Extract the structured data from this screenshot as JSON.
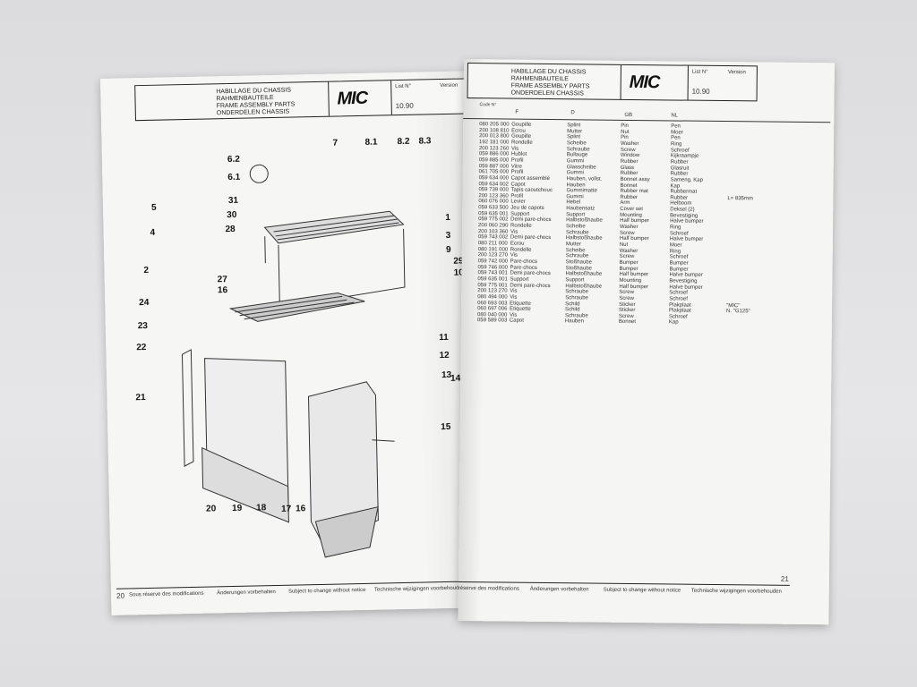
{
  "left_page": {
    "header": {
      "lines": [
        "HABILLAGE DU CHASSIS",
        "RAHMENBAUTEILE",
        "FRAME ASSEMBLY PARTS",
        "ONDERDELEN CHASSIS"
      ],
      "logo": "MIC",
      "list_label": "List N°",
      "version_label": "Version",
      "date": "10.90"
    },
    "callouts": [
      "7",
      "8.1",
      "8.2",
      "8.3",
      "6.2",
      "6.1",
      "31",
      "30",
      "5",
      "4",
      "28",
      "1",
      "3",
      "9",
      "29",
      "10",
      "2",
      "27",
      "16",
      "24",
      "23",
      "22",
      "21",
      "11",
      "12",
      "13",
      "14",
      "15",
      "20",
      "19",
      "18",
      "17",
      "16"
    ],
    "footer": {
      "page": "20",
      "notes": [
        "Sous réserve des modifications",
        "Änderungen vorbehalten",
        "Subject to change without notice",
        "Technische wijzigingen voorbehouden"
      ]
    }
  },
  "right_page": {
    "header": {
      "lines": [
        "HABILLAGE DU CHASSIS",
        "RAHMENBAUTEILE",
        "FRAME ASSEMBLY PARTS",
        "ONDERDELEN CHASSIS"
      ],
      "logo": "MIC",
      "list_label": "List N°",
      "version_label": "Version",
      "date": "10.90"
    },
    "columns": {
      "code": "Code N°",
      "f": "F",
      "d": "D",
      "gb": "GB",
      "nl": "NL"
    },
    "rows": [
      [
        "080 205 000",
        "Goupille",
        "Splint",
        "Pin",
        "Pen",
        ""
      ],
      [
        "200 108 810",
        "Ecrou",
        "Mutter",
        "Nut",
        "Moer",
        ""
      ],
      [
        "200 013 800",
        "Goupille",
        "Splint",
        "Pin",
        "Pen",
        ""
      ],
      [
        "192 181 000",
        "Rondelle",
        "Scheibe",
        "Washer",
        "Ring",
        ""
      ],
      [
        "200 123 260",
        "Vis",
        "Schraube",
        "Screw",
        "Schroef",
        ""
      ],
      [
        "059 886 000",
        "Hublot",
        "Bullauge",
        "Window",
        "Kijkraampje",
        ""
      ],
      [
        "059 885 000",
        "Profil",
        "Gummi",
        "Rubber",
        "Rubber",
        ""
      ],
      [
        "059 887 000",
        "Vitre",
        "Glasscheibe",
        "Glass",
        "Glasruit",
        ""
      ],
      [
        "061 705 000",
        "Profil",
        "Gummi",
        "Rubber",
        "Rubber",
        ""
      ],
      [
        "059 634 000",
        "Capot assemblé",
        "Hauben, vollst.",
        "Bonnet assy",
        "Sameng. Kap",
        ""
      ],
      [
        "059 634 002",
        "Capot",
        "Hauben",
        "Bonnet",
        "Kap",
        ""
      ],
      [
        "059 739 000",
        "Tapis caoutchouc",
        "Gummimatte",
        "Rubber mat",
        "Rubbermat",
        ""
      ],
      [
        "200 123 360",
        "Profil",
        "Gummi",
        "Rubber",
        "Rubber",
        "L= 835mm"
      ],
      [
        "060 076 000",
        "Levier",
        "Hebel",
        "Arm",
        "Helboom",
        ""
      ],
      [
        "059 633 500",
        "Jeu de capots",
        "Haubensatz",
        "Cover set",
        "Deksel (2)",
        ""
      ],
      [
        "059 635 001",
        "Support",
        "Support",
        "Mounting",
        "Bevestiging",
        ""
      ],
      [
        "059 775 002",
        "Demi pare-chocs",
        "Halbstoßhaube",
        "Half bumper",
        "Halve bumper",
        ""
      ],
      [
        "200 060 290",
        "Rondelle",
        "Scheibe",
        "Washer",
        "Ring",
        ""
      ],
      [
        "200 103 360",
        "Vis",
        "Schraube",
        "Screw",
        "Schroef",
        ""
      ],
      [
        "059 743 002",
        "Demi pare-chocs",
        "Halbstoßhaube",
        "Half bumper",
        "Halve bumper",
        ""
      ],
      [
        "080 211 000",
        "Ecrou",
        "Mutter",
        "Nut",
        "Moer",
        ""
      ],
      [
        "080 191 000",
        "Rondelle",
        "Scheibe",
        "Washer",
        "Ring",
        ""
      ],
      [
        "200 123 270",
        "Vis",
        "Schraube",
        "Screw",
        "Schroef",
        ""
      ],
      [
        "059 742 000",
        "Pare-chocs",
        "Stoßhaube",
        "Bumper",
        "Bumper",
        ""
      ],
      [
        "059 746 000",
        "Pare-chocs",
        "Stoßhaube",
        "Bumper",
        "Bumper",
        ""
      ],
      [
        "059 743 001",
        "Demi pare-chocs",
        "Halbstoßhaube",
        "Half bumper",
        "Halve bumper",
        ""
      ],
      [
        "059 635 001",
        "Support",
        "Support",
        "Mounting",
        "Bevestiging",
        ""
      ],
      [
        "059 775 001",
        "Demi pare-chocs",
        "Halbstoßhaube",
        "Half bumper",
        "Halve bumper",
        ""
      ],
      [
        "200 123 270",
        "Vis",
        "Schraube",
        "Screw",
        "Schroef",
        ""
      ],
      [
        "080 494 000",
        "Vis",
        "Schraube",
        "Screw",
        "Schroef",
        ""
      ],
      [
        "060 693 003",
        "Etiquette",
        "Schild",
        "Sticker",
        "Plakplaat",
        "\"MIC\""
      ],
      [
        "060 697 006",
        "Etiquette",
        "Schild",
        "Sticker",
        "Plakplaat",
        "N. \"G125\""
      ],
      [
        "080 040 000",
        "Vis",
        "Schraube",
        "Screw",
        "Schroef",
        ""
      ],
      [
        "059 589 003",
        "Capot",
        "Hauben",
        "Bonnet",
        "Kap",
        ""
      ]
    ],
    "footer": {
      "page": "21",
      "notes": [
        "réserve des modifications",
        "Änderungen vorbehalten",
        "Subject to change without notice",
        "Technische wijzigingen voorbehouden"
      ]
    }
  }
}
